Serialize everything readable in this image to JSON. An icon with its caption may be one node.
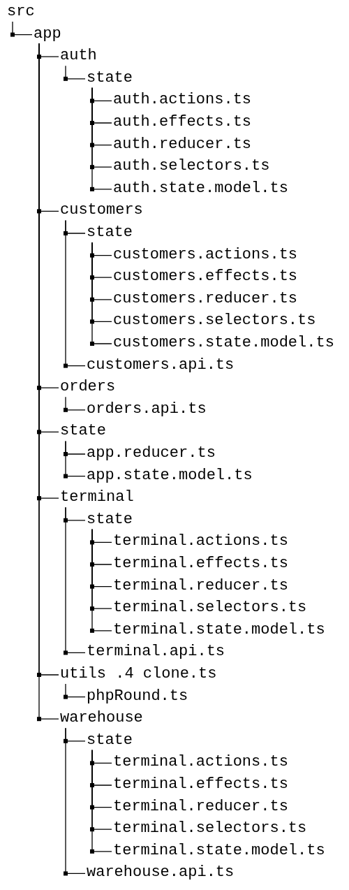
{
  "diagram": {
    "nodes": [
      {
        "text": [
          "src"
        ]
      },
      {
        "text": [
          "app"
        ]
      },
      {
        "text": [
          "auth"
        ]
      },
      {
        "text": [
          "state"
        ]
      },
      {
        "text": [
          "auth.actions.ts"
        ]
      },
      {
        "text": [
          "auth.effects.ts"
        ]
      },
      {
        "text": [
          "auth.reducer.ts"
        ]
      },
      {
        "text": [
          "auth.selectors.ts"
        ]
      },
      {
        "text": [
          "auth.state.model.ts"
        ]
      },
      {
        "text": [
          "customers"
        ]
      },
      {
        "text": [
          "state"
        ]
      },
      {
        "text": [
          "customers.actions.ts"
        ]
      },
      {
        "text": [
          "customers.effects.ts"
        ]
      },
      {
        "text": [
          "customers.reducer.ts"
        ]
      },
      {
        "text": [
          "customers.selectors.ts"
        ]
      },
      {
        "text": [
          "customers.state.model.ts"
        ]
      },
      {
        "text": [
          "customers.api.ts"
        ]
      },
      {
        "text": [
          "orders"
        ]
      },
      {
        "text": [
          "orders.api.ts"
        ]
      },
      {
        "text": [
          "state"
        ]
      },
      {
        "text": [
          "app.reducer.ts"
        ]
      },
      {
        "text": [
          "app.state.model.ts"
        ]
      },
      {
        "text": [
          "terminal"
        ]
      },
      {
        "text": [
          "state"
        ]
      },
      {
        "text": [
          "terminal.actions.ts"
        ]
      },
      {
        "text": [
          "terminal.effects.ts"
        ]
      },
      {
        "text": [
          "terminal.reducer.ts"
        ]
      },
      {
        "text": [
          "terminal.selectors.ts"
        ]
      },
      {
        "text": [
          "terminal.state.model.ts"
        ]
      },
      {
        "text": [
          "terminal.api.ts"
        ]
      },
      {
        "text": [
          "utils .4 clone.ts"
        ]
      },
      {
        "text": [
          "phpRound.ts"
        ]
      },
      {
        "text": [
          "warehouse"
        ]
      },
      {
        "text": [
          "state"
        ]
      },
      {
        "text": [
          "terminal.actions.ts"
        ]
      },
      {
        "text": [
          "terminal.effects.ts"
        ]
      },
      {
        "text": [
          "terminal.reducer.ts"
        ]
      },
      {
        "text": [
          "terminal.selectors.ts"
        ]
      },
      {
        "text": [
          "terminal.state.model.ts"
        ]
      },
      {
        "text": [
          "warehouse.api.ts"
        ]
      }
    ],
    "edges": [
      {
        "from": 0,
        "to": 1,
        "arrow": "none"
      },
      {
        "from": 1,
        "to": 2,
        "arrow": "none"
      },
      {
        "from": 2,
        "to": 3,
        "arrow": "none"
      },
      {
        "from": 3,
        "to": 4,
        "arrow": "none"
      },
      {
        "from": 3,
        "to": 5,
        "arrow": "none"
      },
      {
        "from": 3,
        "to": 6,
        "arrow": "none"
      },
      {
        "from": 3,
        "to": 7,
        "arrow": "none"
      },
      {
        "from": 3,
        "to": 8,
        "arrow": "none"
      },
      {
        "from": 1,
        "to": 9,
        "arrow": "none"
      },
      {
        "from": 9,
        "to": 10,
        "arrow": "none"
      },
      {
        "from": 10,
        "to": 11,
        "arrow": "none"
      },
      {
        "from": 10,
        "to": 12,
        "arrow": "none"
      },
      {
        "from": 10,
        "to": 13,
        "arrow": "none"
      },
      {
        "from": 10,
        "to": 14,
        "arrow": "none"
      },
      {
        "from": 10,
        "to": 15,
        "arrow": "none"
      },
      {
        "from": 9,
        "to": 16,
        "arrow": "none"
      },
      {
        "from": 1,
        "to": 17,
        "arrow": "none"
      },
      {
        "from": 17,
        "to": 18,
        "arrow": "none"
      },
      {
        "from": 1,
        "to": 19,
        "arrow": "none"
      },
      {
        "from": 19,
        "to": 20,
        "arrow": "none"
      },
      {
        "from": 19,
        "to": 21,
        "arrow": "none"
      },
      {
        "from": 1,
        "to": 22,
        "arrow": "none"
      },
      {
        "from": 22,
        "to": 23,
        "arrow": "none"
      },
      {
        "from": 23,
        "to": 24,
        "arrow": "none"
      },
      {
        "from": 23,
        "to": 25,
        "arrow": "none"
      },
      {
        "from": 23,
        "to": 26,
        "arrow": "none"
      },
      {
        "from": 23,
        "to": 27,
        "arrow": "none"
      },
      {
        "from": 23,
        "to": 28,
        "arrow": "none"
      },
      {
        "from": 22,
        "to": 29,
        "arrow": "none"
      },
      {
        "from": 1,
        "to": 30,
        "arrow": "none"
      },
      {
        "from": 30,
        "to": 31,
        "arrow": "none"
      },
      {
        "from": 1,
        "to": 32,
        "arrow": "none"
      },
      {
        "from": 32,
        "to": 33,
        "arrow": "none"
      },
      {
        "from": 33,
        "to": 34,
        "arrow": "none"
      },
      {
        "from": 33,
        "to": 35,
        "arrow": "none"
      },
      {
        "from": 33,
        "to": 36,
        "arrow": "none"
      },
      {
        "from": 33,
        "to": 37,
        "arrow": "none"
      },
      {
        "from": 33,
        "to": 38,
        "arrow": "none"
      },
      {
        "from": 32,
        "to": 39,
        "arrow": "none"
      }
    ]
  }
}
